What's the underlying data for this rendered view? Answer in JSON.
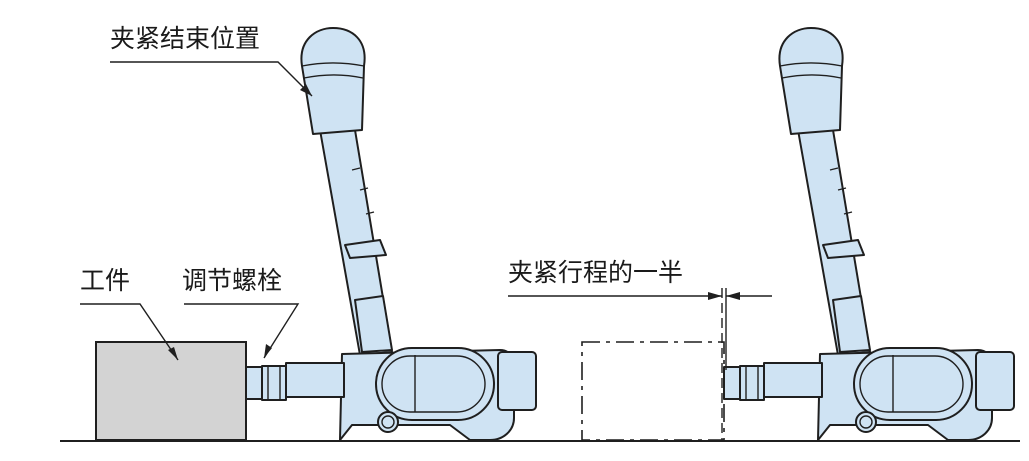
{
  "labels": {
    "clamp_end_position": "夹紧结束位置",
    "workpiece": "工件",
    "adjusting_bolt": "调节螺栓",
    "half_clamp_stroke": "夹紧行程的一半"
  },
  "colors": {
    "clamp_body": "#cfe3f3",
    "workpiece": "#d3d3d3",
    "outline": "#1f1f1f"
  }
}
